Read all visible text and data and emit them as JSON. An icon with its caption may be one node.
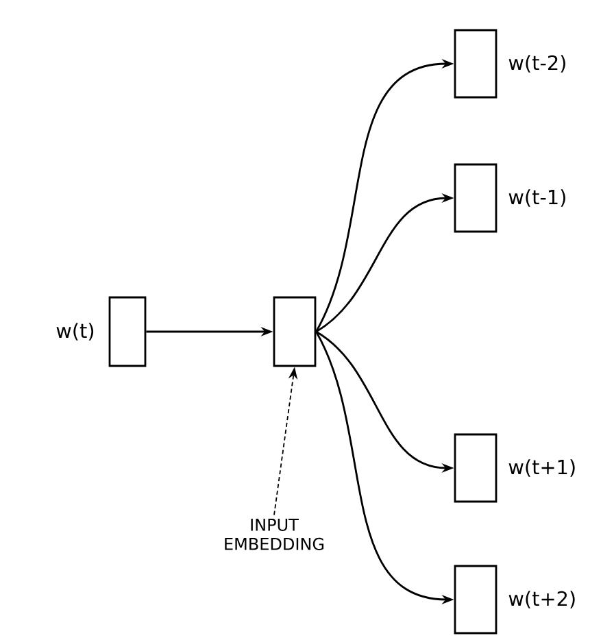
{
  "diagram": {
    "nodes": [
      {
        "text": [
          "w(t)"
        ]
      },
      {
        "text": [],
        "shape": "box"
      },
      {
        "text": [
          "w(t-2)"
        ]
      },
      {
        "text": [
          "w(t-1)"
        ]
      },
      {
        "text": [
          "w(t+1)"
        ]
      },
      {
        "text": [
          "w(t+2)"
        ]
      },
      {
        "text": [
          "INPUT EMBEDDING"
        ]
      }
    ],
    "edges": [
      {
        "from": 0,
        "to": 1,
        "arrow": "to"
      },
      {
        "from": 1,
        "to": 2,
        "arrow": "to"
      },
      {
        "from": 1,
        "to": 3,
        "arrow": "to"
      },
      {
        "from": 1,
        "to": 4,
        "arrow": "to"
      },
      {
        "from": 1,
        "to": 5,
        "arrow": "to"
      },
      {
        "from": 6,
        "to": 1,
        "arrow": "to",
        "style": "dashed"
      }
    ]
  }
}
